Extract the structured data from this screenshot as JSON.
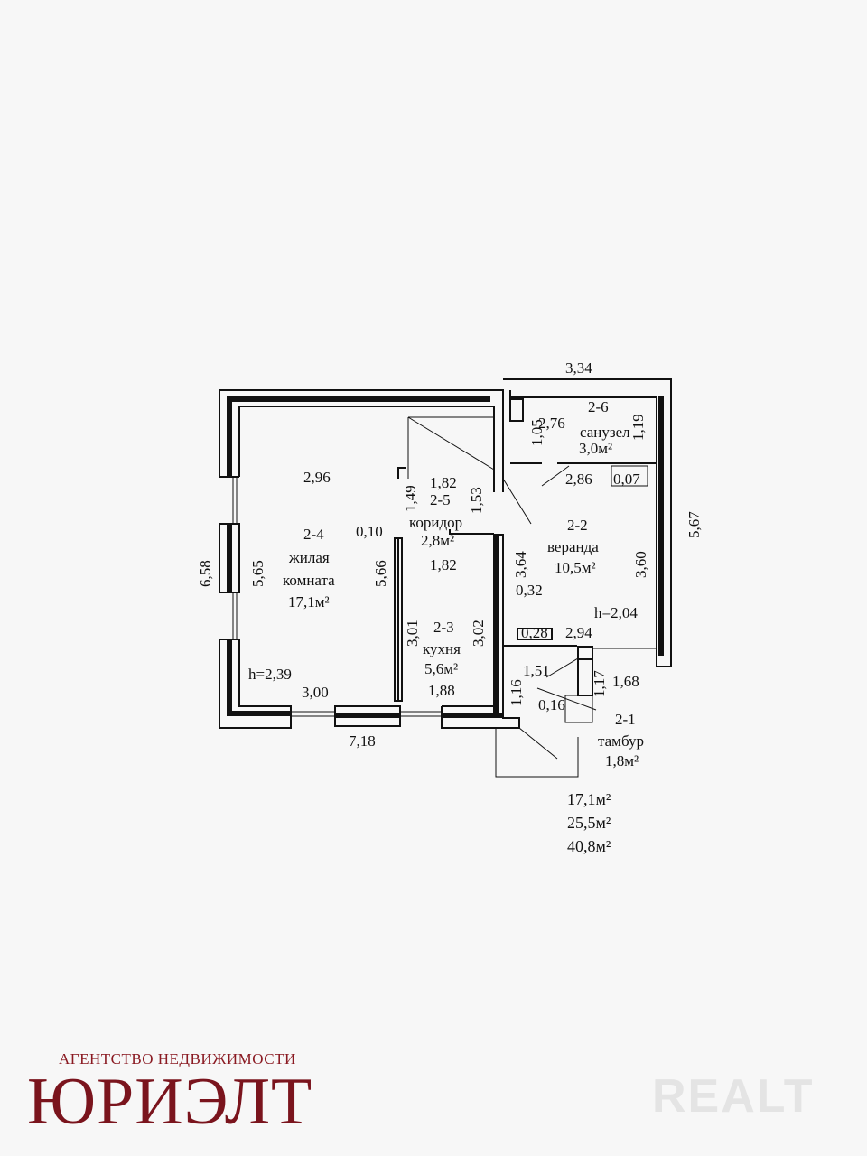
{
  "plan": {
    "top_width": "3,34",
    "right_height": "5,67",
    "left_height": "6,58",
    "bottom_width": "7,18",
    "rooms": {
      "bath": {
        "code": "2-6",
        "name": "санузел",
        "area": "3,0м²",
        "d1": "2,76",
        "d2": "1,05",
        "d3": "1,19",
        "d4": "2,86",
        "d5": "0,07"
      },
      "living": {
        "code": "2-4",
        "name1": "жилая",
        "name2": "комната",
        "area": "17,1м²",
        "w_top": "2,96",
        "w_bottom": "3,00",
        "h_left": "5,65",
        "h_right": "5,66",
        "ceiling": "h=2,39",
        "wall": "0,10"
      },
      "corridor": {
        "code": "2-5",
        "name": "коридор",
        "area": "2,8м²",
        "w_top": "1,82",
        "w_bottom": "1,82",
        "h_left": "1,49",
        "h_right": "1,53"
      },
      "kitchen": {
        "code": "2-3",
        "name": "кухня",
        "area": "5,6м²",
        "w_bottom": "1,88",
        "h_left": "3,01",
        "h_right": "3,02"
      },
      "veranda": {
        "code": "2-2",
        "name": "веранда",
        "area": "10,5м²",
        "h_left": "3,64",
        "h_right": "3,60",
        "ceiling": "h=2,04",
        "wall": "0,32",
        "w_bottom": "2,94",
        "w2": "0,28"
      },
      "vestibule": {
        "code": "2-1",
        "name": "тамбур",
        "area": "1,8м²",
        "d1": "1,51",
        "d2": "1,16",
        "d3": "1,17",
        "d4": "1,68",
        "d5": "0,16"
      }
    },
    "totals": [
      "17,1м²",
      "25,5м²",
      "40,8м²"
    ]
  },
  "brand": {
    "subtitle": "АГЕНТСТВО НЕДВИЖИМОСТИ",
    "name": "ЮРИЭЛТ"
  },
  "watermark": "REALT",
  "colors": {
    "brand": "#7a141d",
    "lines": "#111111"
  }
}
